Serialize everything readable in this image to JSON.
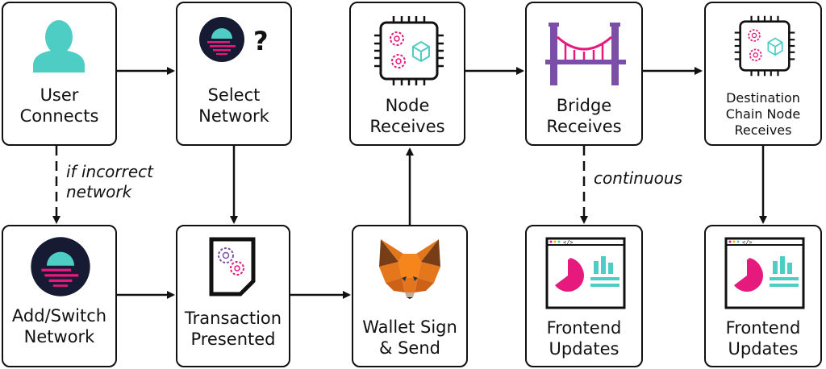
{
  "nodes": {
    "user_connects": [
      "User",
      "Connects"
    ],
    "select_network": [
      "Select",
      "Network"
    ],
    "node_receives": [
      "Node",
      "Receives"
    ],
    "bridge_receives": [
      "Bridge",
      "Receives"
    ],
    "destination_chain_node": [
      "Destination",
      "Chain Node",
      "Receives"
    ],
    "add_switch_network": [
      "Add/Switch",
      "Network"
    ],
    "transaction_presented": [
      "Transaction",
      "Presented"
    ],
    "wallet_sign_send": [
      "Wallet Sign",
      "& Send"
    ],
    "frontend_updates_1": [
      "Frontend",
      "Updates"
    ],
    "frontend_updates_2": [
      "Frontend",
      "Updates"
    ]
  },
  "notes": {
    "incorrect_network": [
      "if incorrect",
      "network"
    ],
    "continuous": "continuous"
  },
  "icons": {
    "question_mark": "?"
  },
  "colors": {
    "teal": "#4ECDC4",
    "magenta": "#E6197D",
    "purple": "#7B4FA8",
    "navy": "#171A33",
    "ink": "#111111"
  }
}
